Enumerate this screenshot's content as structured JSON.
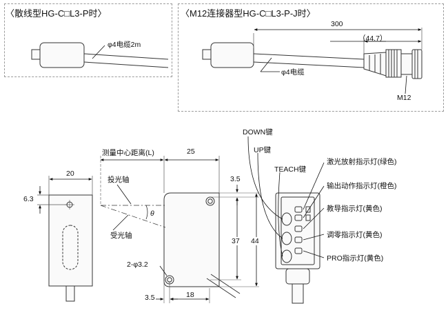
{
  "panel_left": {
    "title": "〈散线型HG-C□L3-P时〉",
    "cable_label": "φ4电缆2m"
  },
  "panel_right": {
    "title": "〈M12连接器型HG-C□L3-P-J时〉",
    "dim_total": "300",
    "dim_connector": "（44.7）",
    "cable_label": "φ4电缆",
    "connector_label": "M12"
  },
  "front_view": {
    "dim_width": "20",
    "dim_hole": "6.3"
  },
  "side_view": {
    "measure_center": "测量中心距离(L)",
    "dim_width": "25",
    "emit_axis": "投光轴",
    "recv_axis": "受光轴",
    "theta": "θ",
    "dim_top": "3.5",
    "dim_mid": "37",
    "dim_height": "44",
    "hole_label": "2-φ3.2",
    "dim_left": "3.5",
    "dim_bottom": "18"
  },
  "rear_view": {
    "down_key": "DOWN键",
    "up_key": "UP键",
    "teach_key": "TEACH键",
    "laser_lamp": "激光放射指示灯(绿色)",
    "output_lamp": "输出动作指示灯(橙色)",
    "teach_lamp": "教导指示灯(黄色)",
    "zero_lamp": "调零指示灯(黄色)",
    "pro_lamp": "PRO指示灯(黄色)"
  }
}
